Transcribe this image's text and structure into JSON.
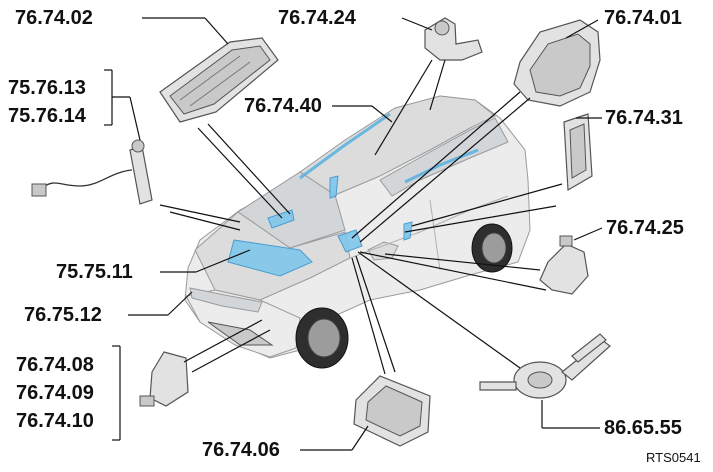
{
  "labels": {
    "l_76_74_02": "76.74.02",
    "l_76_74_24": "76.74.24",
    "l_76_74_01": "76.74.01",
    "l_75_76_13": "75.76.13",
    "l_75_76_14": "75.76.14",
    "l_76_74_40": "76.74.40",
    "l_76_74_31": "76.74.31",
    "l_76_74_25": "76.74.25",
    "l_75_75_11": "75.75.11",
    "l_76_75_12": "76.75.12",
    "l_76_74_08": "76.74.08",
    "l_76_74_09": "76.74.09",
    "l_76_74_10": "76.74.10",
    "l_76_74_06": "76.74.06",
    "l_86_65_55": "86.65.55"
  },
  "reference": "RTS0541",
  "colors": {
    "highlight": "#7fc6ea",
    "leader": "#111111",
    "vehicle": "#ececec"
  }
}
